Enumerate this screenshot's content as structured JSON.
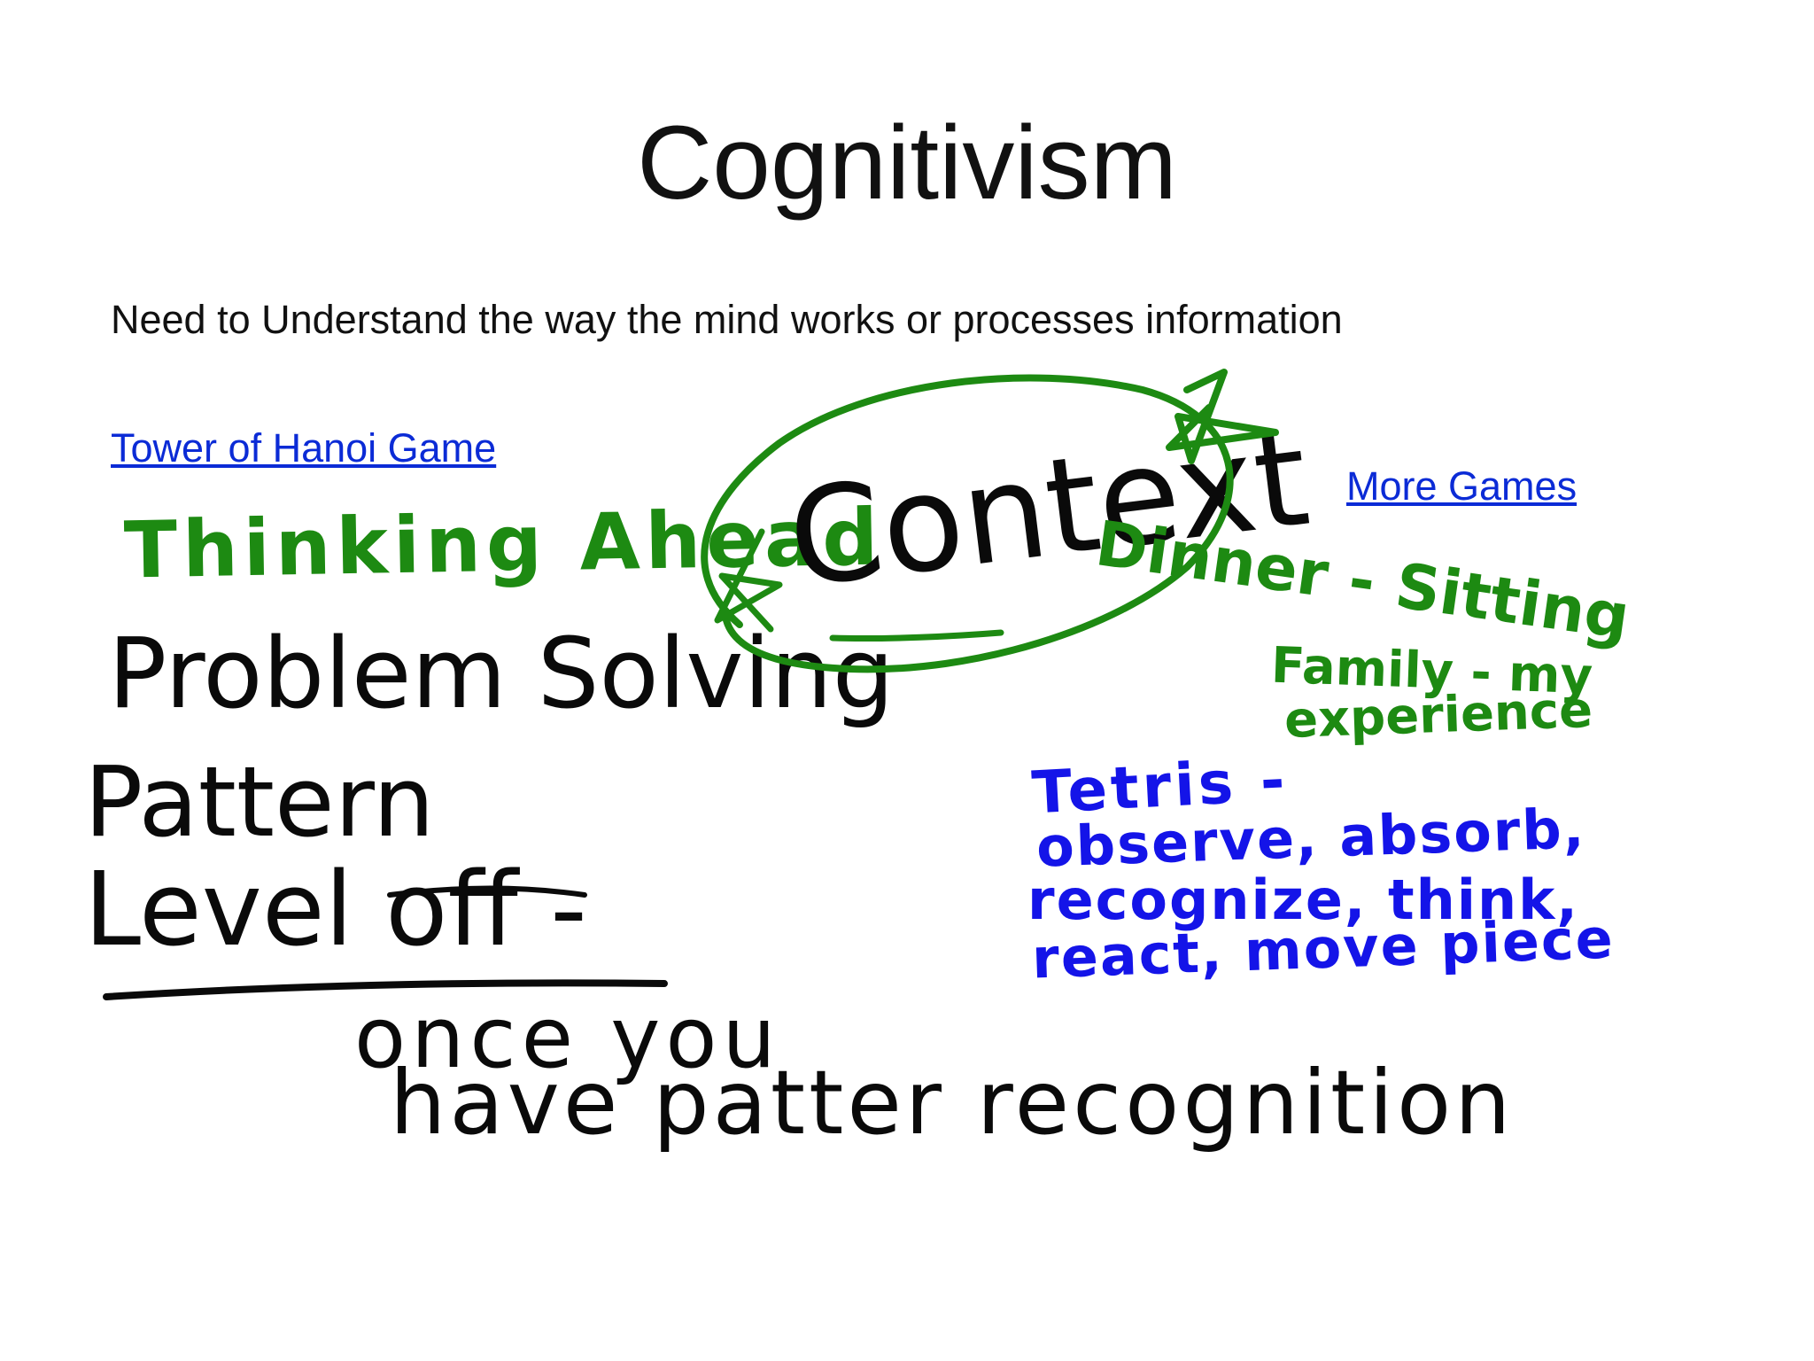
{
  "slide": {
    "title": "Cognitivism",
    "subtitle": "Need to Understand the way the mind works or processes information",
    "links": {
      "tower_of_hanoi": "Tower of Hanoi Game",
      "more_games": "More Games"
    }
  },
  "annotations": {
    "thinking_ahead": "Thinking Ahead",
    "context": "Context",
    "dinner_sitting": "Dinner - Sitting",
    "family": "Family - my",
    "experience": "experience",
    "problem_solving": "Problem Solving",
    "pattern": "Pattern",
    "level_off": "Level off -",
    "tetris": "Tetris -",
    "tetris_line1": "observe, absorb,",
    "tetris_line2": "recognize, think,",
    "tetris_line3": "react, move piece",
    "once_you": "once you",
    "have_pattern": "have patter recognition"
  },
  "colors": {
    "link": "#0b2bd6",
    "ink_black": "#0a0a0a",
    "ink_green": "#1d8a12",
    "ink_blue": "#1414e8"
  }
}
